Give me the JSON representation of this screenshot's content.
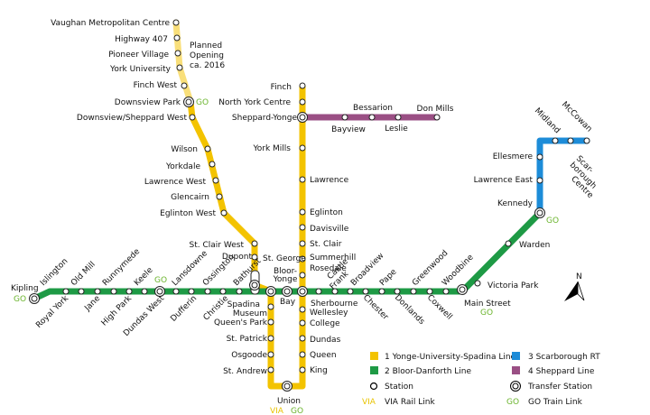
{
  "colors": {
    "yonge_university_spadina": "#f3c300",
    "yonge_university_spadina_planned": "#f9df7a",
    "bloor_danforth": "#1e9a45",
    "scarborough_rt": "#1d8cd8",
    "sheppard": "#9a4f84",
    "go": "#6ab42c",
    "via": "#e8c300"
  },
  "planned_note": [
    "Planned",
    "Opening",
    "ca. 2016"
  ],
  "stations": {
    "vaughan": "Vaughan Metropolitan Centre",
    "highway407": "Highway 407",
    "pioneer": "Pioneer Village",
    "york_u": "York University",
    "finch_west": "Finch West",
    "downsview_park": "Downsview Park",
    "downsview": "Downsview/Sheppard West",
    "wilson": "Wilson",
    "yorkdale": "Yorkdale",
    "lawrence_west": "Lawrence West",
    "glencairn": "Glencairn",
    "eglinton_west": "Eglinton West",
    "st_clair_west": "St. Clair West",
    "dupont": "Dupont",
    "spadina": "Spadina",
    "museum": "Museum",
    "queens_park": "Queen's Park",
    "st_patrick": "St. Patrick",
    "osgoode": "Osgoode",
    "st_andrew": "St. Andrew",
    "union": "Union",
    "king": "King",
    "queen": "Queen",
    "dundas": "Dundas",
    "college": "College",
    "wellesley": "Wellesley",
    "bloor_yonge": "Bloor-Yonge",
    "rosedale": "Rosedale",
    "summerhill": "Summerhill",
    "st_clair": "St. Clair",
    "davisville": "Davisville",
    "eglinton": "Eglinton",
    "lawrence": "Lawrence",
    "york_mills": "York Mills",
    "sheppard_yonge": "Sheppard-Yonge",
    "north_york_centre": "North York Centre",
    "finch": "Finch",
    "bayview": "Bayview",
    "bessarion": "Bessarion",
    "leslie": "Leslie",
    "don_mills": "Don Mills",
    "kipling": "Kipling",
    "islington": "Islington",
    "royal_york": "Royal York",
    "old_mill": "Old Mill",
    "jane": "Jane",
    "runnymede": "Runnymede",
    "high_park": "High Park",
    "keele": "Keele",
    "dundas_west": "Dundas West",
    "lansdowne": "Lansdowne",
    "dufferin": "Dufferin",
    "ossington": "Ossington",
    "christie": "Christie",
    "bathurst": "Bathurst",
    "st_george": "St. George",
    "bay": "Bay",
    "sherbourne": "Sherbourne",
    "castle_frank": "Castle Frank",
    "broadview": "Broadview",
    "chester": "Chester",
    "pape": "Pape",
    "donlands": "Donlands",
    "greenwood": "Greenwood",
    "coxwell": "Coxwell",
    "woodbine": "Woodbine",
    "main_street": "Main Street",
    "victoria_park": "Victoria Park",
    "warden": "Warden",
    "kennedy": "Kennedy",
    "lawrence_east": "Lawrence East",
    "ellesmere": "Ellesmere",
    "midland": "Midland",
    "mccowan": "McCowan",
    "scarborough_centre": "Scarborough Centre"
  },
  "transfer_marks": {
    "go": "GO",
    "via": "VIA"
  },
  "legend": {
    "line1": "1 Yonge-University-Spadina Line",
    "line2": "2 Bloor-Danforth Line",
    "line3": "3 Scarborough RT",
    "line4": "4 Sheppard Line",
    "station": "Station",
    "transfer_station": "Transfer Station",
    "via_rail": "VIA Rail Link",
    "go_train": "GO Train Link",
    "via_symbol": "VIA",
    "go_symbol": "GO"
  },
  "compass_letter": "N"
}
